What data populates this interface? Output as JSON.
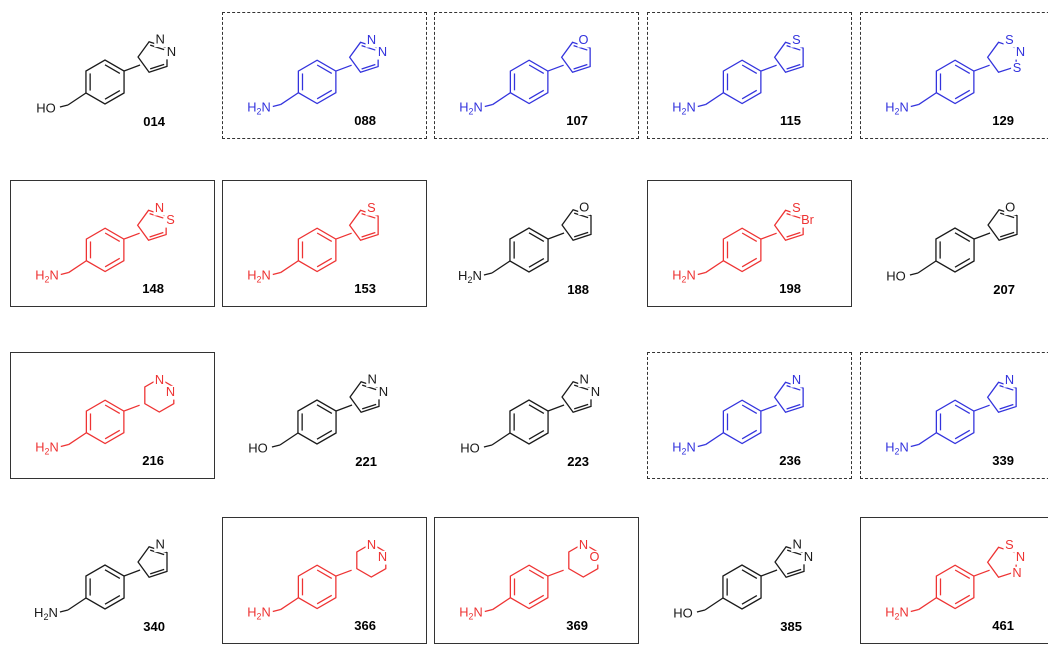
{
  "colors": {
    "black": "#1a1a1a",
    "blue": "#3333dd",
    "red": "#ee3333",
    "frame": "#333333"
  },
  "compounds": [
    {
      "id": "014",
      "color": "black",
      "frame": "none",
      "anchor": "HO",
      "hetero": [
        "N",
        "N"
      ]
    },
    {
      "id": "088",
      "color": "blue",
      "frame": "dashed",
      "anchor": "H2N",
      "hetero": [
        "N",
        "N"
      ]
    },
    {
      "id": "107",
      "color": "blue",
      "frame": "dashed",
      "anchor": "H2N",
      "hetero": [
        "O"
      ]
    },
    {
      "id": "115",
      "color": "blue",
      "frame": "dashed",
      "anchor": "H2N",
      "hetero": [
        "S"
      ]
    },
    {
      "id": "129",
      "color": "blue",
      "frame": "dashed",
      "anchor": "H2N",
      "hetero": [
        "S",
        "N",
        "S"
      ]
    },
    {
      "id": "148",
      "color": "red",
      "frame": "solid",
      "anchor": "H2N",
      "hetero": [
        "N",
        "S"
      ]
    },
    {
      "id": "153",
      "color": "red",
      "frame": "solid",
      "anchor": "H2N",
      "hetero": [
        "S"
      ]
    },
    {
      "id": "188",
      "color": "black",
      "frame": "none",
      "anchor": "H2N",
      "hetero": [
        "O"
      ]
    },
    {
      "id": "198",
      "color": "red",
      "frame": "solid",
      "anchor": "H2N",
      "hetero": [
        "S",
        "Br"
      ]
    },
    {
      "id": "207",
      "color": "black",
      "frame": "none",
      "anchor": "HO",
      "hetero": [
        "O"
      ]
    },
    {
      "id": "216",
      "color": "red",
      "frame": "solid",
      "anchor": "H2N",
      "hetero": [
        "N",
        "N"
      ]
    },
    {
      "id": "221",
      "color": "black",
      "frame": "none",
      "anchor": "HO",
      "hetero": [
        "N",
        "N"
      ]
    },
    {
      "id": "223",
      "color": "black",
      "frame": "none",
      "anchor": "HO",
      "hetero": [
        "N",
        "N"
      ]
    },
    {
      "id": "236",
      "color": "blue",
      "frame": "dashed",
      "anchor": "H2N",
      "hetero": [
        "N"
      ]
    },
    {
      "id": "339",
      "color": "blue",
      "frame": "dashed",
      "anchor": "H2N",
      "hetero": [
        "N"
      ]
    },
    {
      "id": "340",
      "color": "black",
      "frame": "none",
      "anchor": "H2N",
      "hetero": [
        "N"
      ]
    },
    {
      "id": "366",
      "color": "red",
      "frame": "solid",
      "anchor": "H2N",
      "hetero": [
        "N",
        "N"
      ]
    },
    {
      "id": "369",
      "color": "red",
      "frame": "solid",
      "anchor": "H2N",
      "hetero": [
        "N",
        "O"
      ]
    },
    {
      "id": "385",
      "color": "black",
      "frame": "none",
      "anchor": "HO",
      "hetero": [
        "N",
        "N"
      ]
    },
    {
      "id": "461",
      "color": "red",
      "frame": "solid",
      "anchor": "H2N",
      "hetero": [
        "S",
        "N",
        "N"
      ]
    }
  ]
}
